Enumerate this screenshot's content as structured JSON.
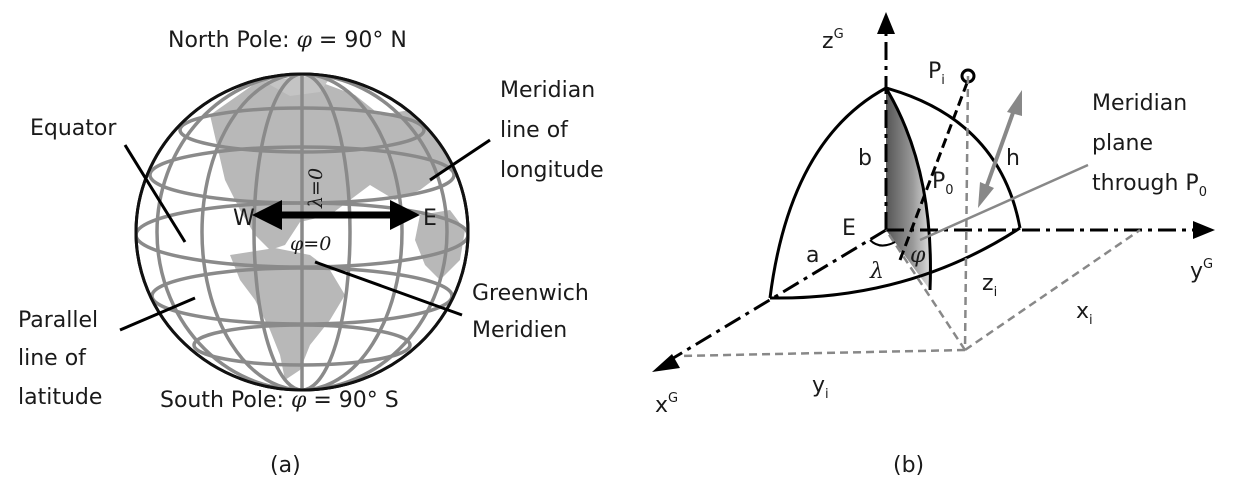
{
  "panel_a": {
    "caption": "(a)",
    "north_pole": {
      "text": "North Pole: ",
      "sym": "φ",
      "rest": " = 90° N"
    },
    "south_pole": {
      "text": "South Pole: ",
      "sym": "φ",
      "rest": " = 90° S"
    },
    "equator": "Equator",
    "meridian_1": "Meridian",
    "meridian_2": "line of",
    "meridian_3": "longitude",
    "parallel_1": "Parallel",
    "parallel_2": "line of",
    "parallel_3": "latitude",
    "greenwich_1": "Greenwich",
    "greenwich_2": "Meridien",
    "west": "W",
    "east": "E",
    "lambda_zero": "λ=0",
    "phi_zero": "φ=0"
  },
  "panel_b": {
    "caption": "(b)",
    "z_axis": "z",
    "z_sup": "G",
    "x_axis": "x",
    "x_sup": "G",
    "y_axis": "y",
    "y_sup": "G",
    "pi": "P",
    "pi_sub": "i",
    "p0": "P",
    "p0_sub": "0",
    "b": "b",
    "h": "h",
    "e": "E",
    "a": "a",
    "lambda": "λ",
    "phi": "φ",
    "zi": "z",
    "zi_sub": "i",
    "xi": "x",
    "xi_sub": "i",
    "yi": "y",
    "yi_sub": "i",
    "plane_1": "Meridian",
    "plane_2": "plane",
    "plane_3": "through P",
    "plane_3_sub": "0"
  }
}
